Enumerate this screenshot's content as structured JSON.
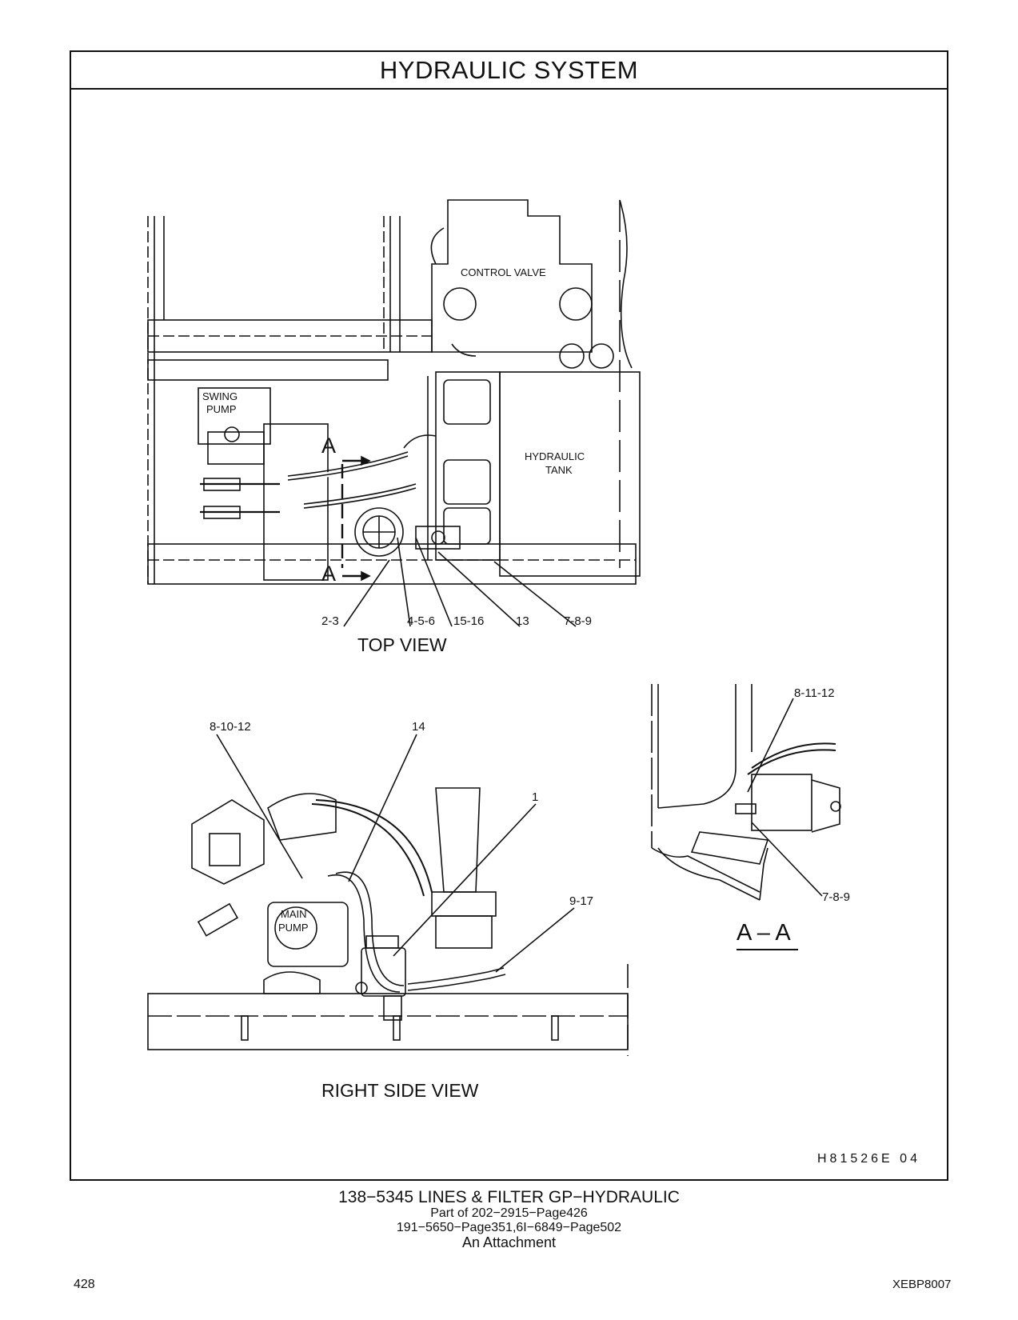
{
  "title": "HYDRAULIC   SYSTEM",
  "top_view": {
    "heading": "TOP VIEW",
    "labels": {
      "control_valve": "CONTROL VALVE",
      "swing_pump_1": "SWING",
      "swing_pump_2": "PUMP",
      "hydraulic_tank_1": "HYDRAULIC",
      "hydraulic_tank_2": "TANK",
      "section_a_top": "A",
      "section_a_bottom": "A"
    },
    "callouts": [
      "2-3",
      "4-5-6",
      "15-16",
      "13",
      "7-8-9"
    ]
  },
  "right_side_view": {
    "heading": "RIGHT SIDE VIEW",
    "labels": {
      "main_pump_1": "MAIN",
      "main_pump_2": "PUMP"
    },
    "callouts": [
      "8-10-12",
      "14",
      "1",
      "9-17"
    ]
  },
  "section_view": {
    "heading": "A – A",
    "callouts": [
      "8-11-12",
      "7-8-9"
    ]
  },
  "illustration_code": "H81526E    04",
  "caption": {
    "line1": "138−5345   LINES  &  FILTER  GP−HYDRAULIC",
    "line2": "Part of 202−2915−Page426",
    "line3": "191−5650−Page351,6I−6849−Page502",
    "line4": "An Attachment"
  },
  "page_number": "428",
  "document_code": "XEBP8007"
}
